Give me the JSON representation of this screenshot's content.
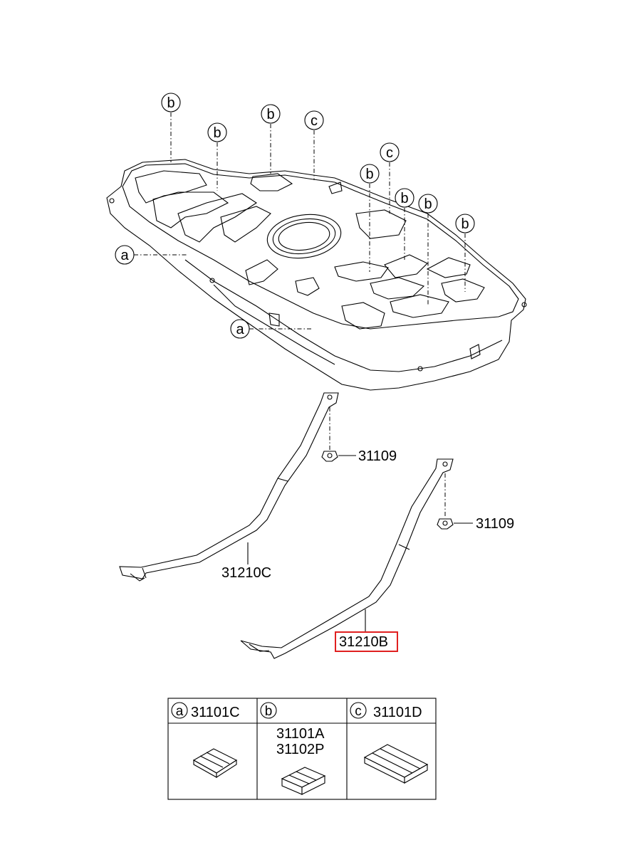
{
  "callouts": {
    "b1": "b",
    "b2": "b",
    "b3": "b",
    "c1": "c",
    "c2": "c",
    "b4": "b",
    "b5": "b",
    "b6": "b",
    "b7": "b",
    "a1": "a",
    "a2": "a"
  },
  "parts": {
    "bolt_upper": "31109",
    "bolt_lower": "31109",
    "strap_left": "31210C",
    "strap_right": "31210B"
  },
  "highlight": {
    "part": "31210B",
    "color": "#e02020"
  },
  "legend": {
    "col_a": {
      "circle": "a",
      "part": "31101C"
    },
    "col_b": {
      "circle": "b",
      "part_1": "31101A",
      "part_2": "31102P"
    },
    "col_c": {
      "circle": "c",
      "part": "31101D"
    }
  }
}
